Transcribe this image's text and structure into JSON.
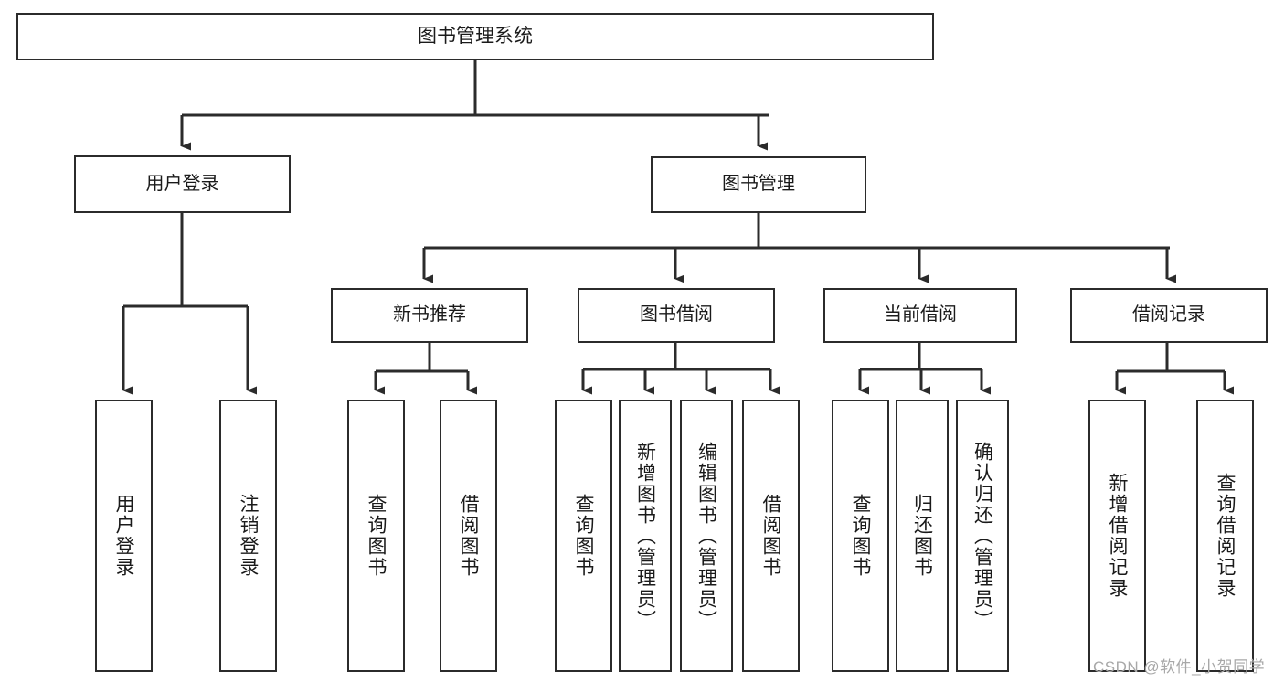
{
  "diagram": {
    "title": "图书管理系统",
    "type": "hierarchy-tree",
    "watermark": "CSDN @软件_小贺同学",
    "colors": {
      "stroke": "#2b2b2b",
      "fill": "#ffffff",
      "text": "#1a1a1a",
      "watermark": "#a8a8a8"
    },
    "nodes": {
      "root": {
        "label": "图书管理系统",
        "level": 0
      },
      "l2": [
        {
          "id": "user-login",
          "label": "用户登录",
          "level": 1
        },
        {
          "id": "book-manage",
          "label": "图书管理",
          "level": 1
        }
      ],
      "l3": [
        {
          "id": "new-book-recommend",
          "label": "新书推荐",
          "level": 2
        },
        {
          "id": "book-borrow",
          "label": "图书借阅",
          "level": 2
        },
        {
          "id": "current-borrow",
          "label": "当前借阅",
          "level": 2
        },
        {
          "id": "borrow-record",
          "label": "借阅记录",
          "level": 2
        }
      ],
      "leaves": [
        {
          "id": "leaf-user-login",
          "label": "用户登录",
          "parent": "user-login"
        },
        {
          "id": "leaf-user-logout",
          "label": "注销登录",
          "parent": "user-login"
        },
        {
          "id": "leaf-query-book-1",
          "label": "查询图书",
          "parent": "new-book-recommend"
        },
        {
          "id": "leaf-borrow-book-1",
          "label": "借阅图书",
          "parent": "new-book-recommend"
        },
        {
          "id": "leaf-query-book-2",
          "label": "查询图书",
          "parent": "book-borrow"
        },
        {
          "id": "leaf-add-book-admin",
          "label": "新增图书（管理员）",
          "parent": "book-borrow"
        },
        {
          "id": "leaf-edit-book-admin",
          "label": "编辑图书（管理员）",
          "parent": "book-borrow"
        },
        {
          "id": "leaf-borrow-book-2",
          "label": "借阅图书",
          "parent": "book-borrow"
        },
        {
          "id": "leaf-query-book-3",
          "label": "查询图书",
          "parent": "current-borrow"
        },
        {
          "id": "leaf-return-book",
          "label": "归还图书",
          "parent": "current-borrow"
        },
        {
          "id": "leaf-confirm-return-admin",
          "label": "确认归还（管理员）",
          "parent": "current-borrow"
        },
        {
          "id": "leaf-add-borrow-record",
          "label": "新增借阅记录",
          "parent": "borrow-record"
        },
        {
          "id": "leaf-query-borrow-record",
          "label": "查询借阅记录",
          "parent": "borrow-record"
        }
      ]
    }
  }
}
